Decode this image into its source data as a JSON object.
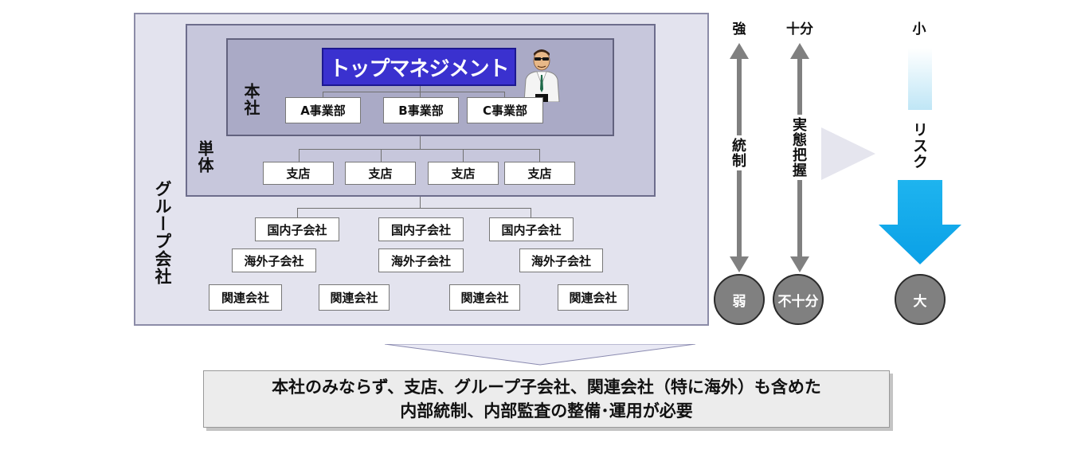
{
  "organization": {
    "group_label": "グループ会社",
    "unit_label": "単体",
    "hq_label": "本社",
    "top_management": "トップマネジメント",
    "divisions": [
      "A事業部",
      "B事業部",
      "C事業部"
    ],
    "branches": [
      "支店",
      "支店",
      "支店",
      "支店"
    ],
    "domestic_subsidiaries": [
      "国内子会社",
      "国内子会社",
      "国内子会社"
    ],
    "overseas_subsidiaries": [
      "海外子会社",
      "海外子会社",
      "海外子会社"
    ],
    "affiliates": [
      "関連会社",
      "関連会社",
      "関連会社",
      "関連会社"
    ]
  },
  "indicators": {
    "control": {
      "top": "強",
      "label": "統制",
      "bottom": "弱"
    },
    "grasp": {
      "top": "十分",
      "label": "実態把握",
      "bottom": "不十分"
    },
    "risk": {
      "top": "小",
      "label": "リスク",
      "bottom": "大"
    }
  },
  "conclusion": {
    "line1": "本社のみならず、支店、グループ子会社、関連会社（特に海外）も含めた",
    "line2": "内部統制、内部監査の整備･運用が必要"
  },
  "colors": {
    "top_management_bg": "#3a31cf",
    "group_bg": "#e3e3ee",
    "unit_bg": "#c7c7dc",
    "hq_bg": "#aaaac6",
    "arrow_gray": "#808080",
    "risk_arrow": "#12a8ec"
  },
  "icons": {
    "manager": "businessman-icon",
    "control_arrow": "double-arrow-icon",
    "risk_arrow": "down-arrow-icon",
    "implies": "right-triangle-icon",
    "summary_pointer": "down-chevron-icon"
  }
}
